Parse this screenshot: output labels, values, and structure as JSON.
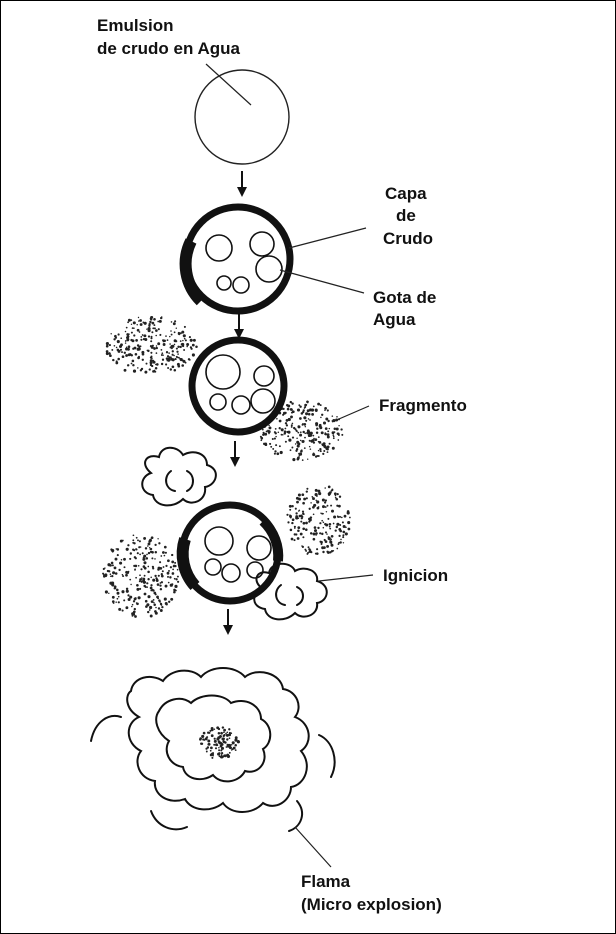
{
  "labels": {
    "emulsion_l1": "Emulsion",
    "emulsion_l2": "de crudo en Agua",
    "capa_l1": "Capa",
    "capa_l2": "de",
    "capa_l3": "Crudo",
    "gota_l1": "Gota de",
    "gota_l2": "Agua",
    "fragmento": "Fragmento",
    "ignicion": "Ignicion",
    "flama_l1": "Flama",
    "flama_l2": "(Micro explosion)"
  },
  "colors": {
    "ink": "#111111",
    "background": "#ffffff"
  }
}
